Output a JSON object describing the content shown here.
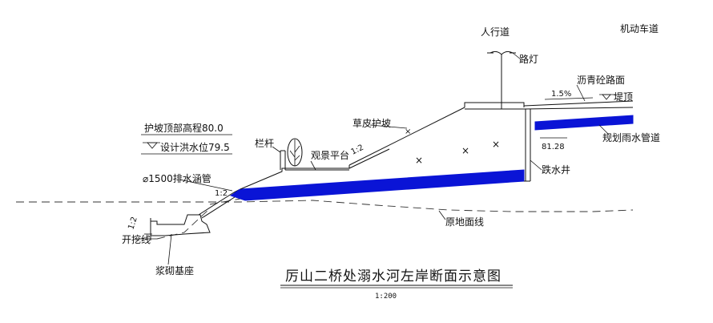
{
  "labels": {
    "pedestrian_path": "人行道",
    "motor_lane": "机动车道",
    "street_lamp": "路灯",
    "asphalt_surface": "沥青砼路面",
    "slope_grade": "1.5%",
    "embankment_top": "堤顶",
    "grass_slope": "草皮护坡",
    "planned_storm_pipe": "规划雨水管道",
    "pipe_elevation": "81.28",
    "drop_well": "跌水井",
    "slope_top_elev": "护坡顶部高程80.0",
    "design_flood_level": "设计洪水位79.5",
    "railing": "栏杆",
    "viewing_platform": "观景平台",
    "ratio_upper": "1:2",
    "ratio_mid": "1:2",
    "ratio_lower": "1:2",
    "culvert": "⌀1500排水涵管",
    "original_ground": "原地面线",
    "excavation_line": "开挖线",
    "masonry_base": "浆砌基座"
  },
  "title": {
    "text": "厉山二桥处溺水河左岸断面示意图",
    "scale": "1:200"
  },
  "colors": {
    "line": "#111111",
    "pipe_fill": "#0a14d6",
    "background": "#ffffff"
  },
  "icons": {
    "tree": "tree-icon",
    "water_level": "water-level-triangle-icon",
    "embankment_marker": "triangle-marker-icon",
    "fill_mark": "cross-mark-icon"
  }
}
